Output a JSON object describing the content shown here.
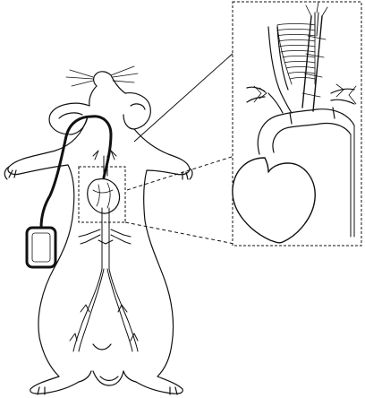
{
  "figure": {
    "background": "#ffffff",
    "line_color": "#111111",
    "parts": [
      "mouse-outline",
      "implanted-pump",
      "catheter-tube",
      "heart",
      "aorta",
      "detail-inset"
    ]
  }
}
